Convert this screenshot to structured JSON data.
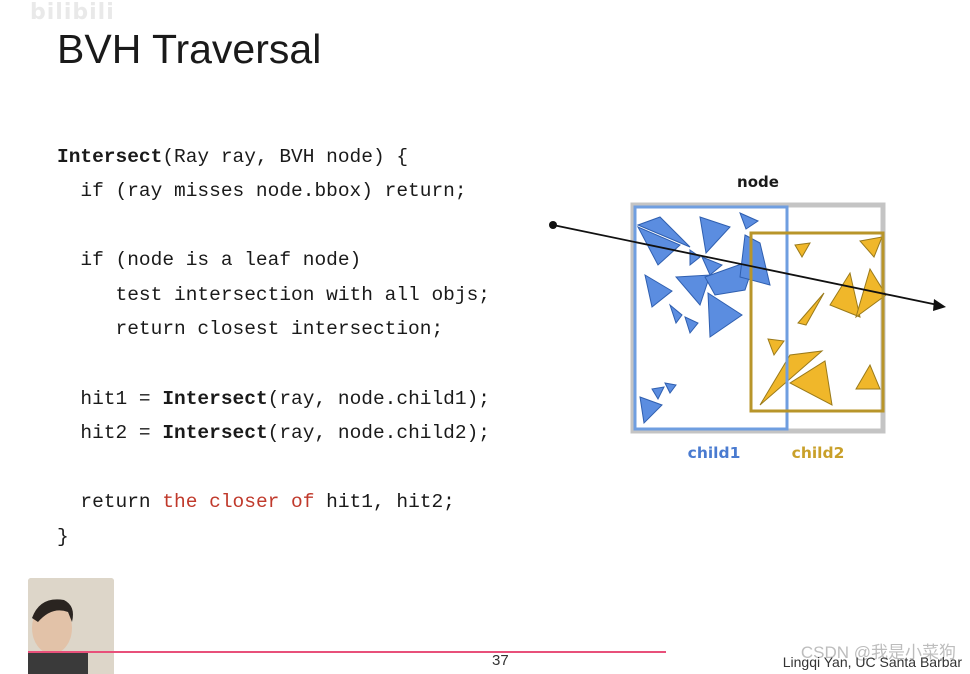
{
  "slide": {
    "title": "BVH Traversal",
    "page_number": "37",
    "author": "Lingqi Yan, UC Santa Barbar",
    "csdn_watermark": "CSDN @我是小菜狗",
    "top_watermark": "bilibili"
  },
  "code": {
    "l1_kw": "Intersect",
    "l1_rest": "(Ray ray, BVH node) {",
    "l2": "  if (ray misses node.bbox) return;",
    "l3": "  if (node is a leaf node)",
    "l4": "     test intersection with all objs;",
    "l5": "     return closest intersection;",
    "l6_pre": "  hit1 = ",
    "l6_kw": "Intersect",
    "l6_post": "(ray, node.child1);",
    "l7_pre": "  hit2 = ",
    "l7_kw": "Intersect",
    "l7_post": "(ray, node.child2);",
    "l8_pre": "  return ",
    "l8_red": "the closer of",
    "l8_post": " hit1, hit2;",
    "l9": "}"
  },
  "figure": {
    "node_label": "node",
    "child1_label": "child1",
    "child2_label": "child2",
    "colors": {
      "node_box": "#c4c4c4",
      "child1_box": "#6f9ee0",
      "child2_box": "#b8952a",
      "child1_tri": "#5b8de0",
      "child2_tri": "#f0b72a",
      "child1_text": "#4a7bd0",
      "child2_text": "#c9a02a",
      "code_red": "#c0392b"
    }
  }
}
